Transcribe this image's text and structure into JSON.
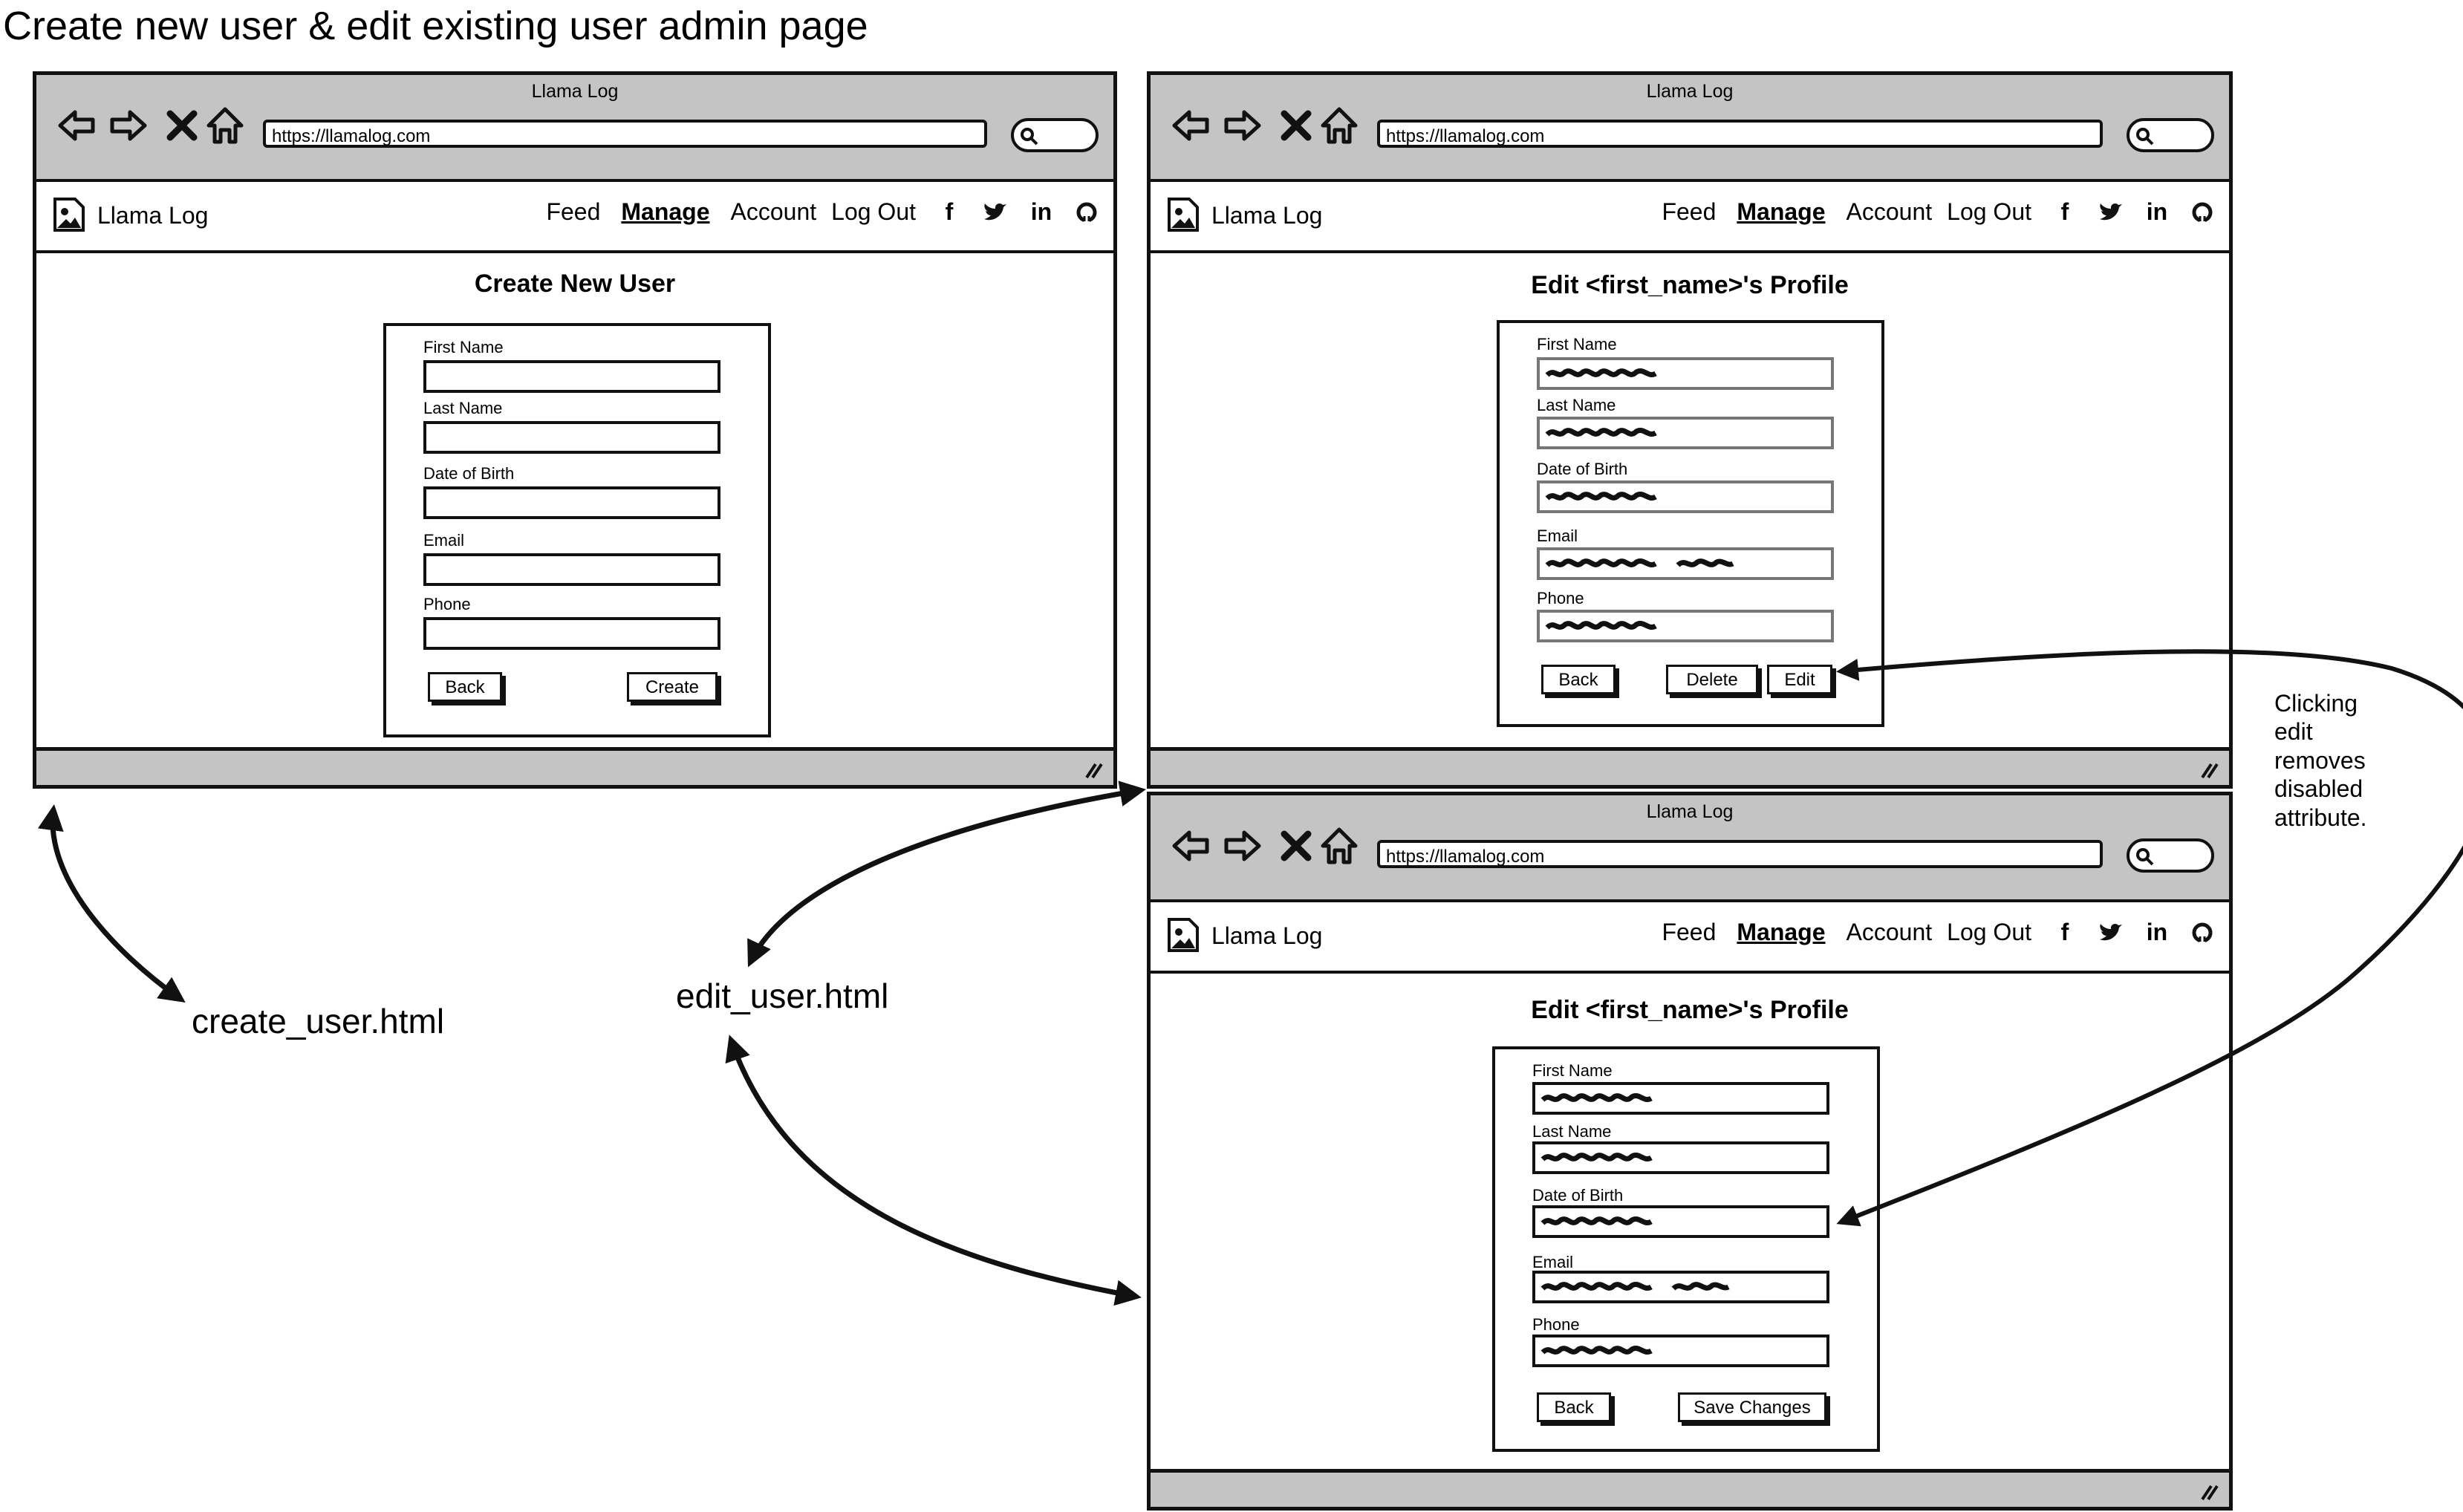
{
  "page_title": "Create new user & edit existing user admin page",
  "window_title": "Llama Log",
  "url": "https://llamalog.com",
  "brand": "Llama Log",
  "nav": [
    "Feed",
    "Manage",
    "Account",
    "Log Out"
  ],
  "social_icons": [
    "facebook-icon",
    "twitter-icon",
    "linkedin-icon",
    "github-icon"
  ],
  "create_page": {
    "heading": "Create New User",
    "labels": [
      "First Name",
      "Last Name",
      "Date of Birth",
      "Email",
      "Phone"
    ],
    "back_label": "Back",
    "create_label": "Create"
  },
  "edit_page": {
    "heading": "Edit <first_name>'s Profile",
    "labels": [
      "First Name",
      "Last Name",
      "Date of Birth",
      "Email",
      "Phone"
    ],
    "back_label": "Back",
    "delete_label": "Delete",
    "edit_label": "Edit"
  },
  "edit_page_enabled": {
    "heading": "Edit <first_name>'s Profile",
    "labels": [
      "First Name",
      "Last Name",
      "Date of Birth",
      "Email",
      "Phone"
    ],
    "back_label": "Back",
    "save_label": "Save Changes"
  },
  "notes": {
    "create_file": "create_user.html",
    "edit_file": "edit_user.html",
    "callout_lines": [
      "Clicking",
      "edit",
      "removes",
      "disabled",
      "attribute."
    ]
  }
}
